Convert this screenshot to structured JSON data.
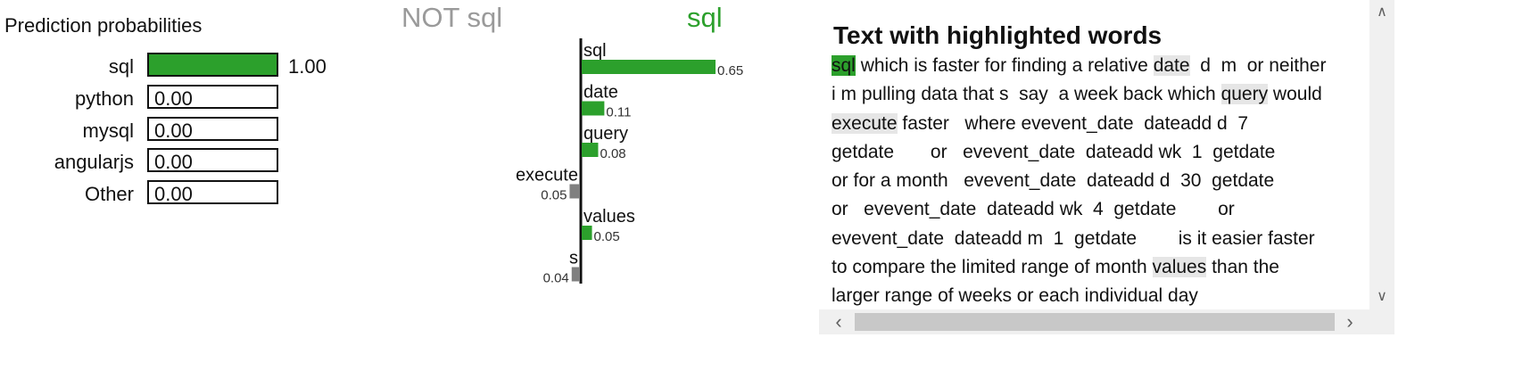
{
  "colors": {
    "positive": "#2ca02c",
    "negative": "#808080",
    "negative_class_label": "#9a9a9a",
    "highlight_negative": "#e6e6e6"
  },
  "chart_data": [
    {
      "type": "bar",
      "title": "Prediction probabilities",
      "categories": [
        "sql",
        "python",
        "mysql",
        "angularjs",
        "Other"
      ],
      "values": [
        1.0,
        0.0,
        0.0,
        0.0,
        0.0
      ],
      "labels": [
        "1.00",
        "0.00",
        "0.00",
        "0.00",
        "0.00"
      ],
      "xlim": [
        0,
        1
      ]
    },
    {
      "type": "bar",
      "orientation": "horizontal-diverging",
      "class_labels": {
        "negative": "NOT sql",
        "positive": "sql"
      },
      "categories": [
        "sql",
        "date",
        "query",
        "execute",
        "values",
        "s"
      ],
      "values": [
        0.65,
        0.11,
        0.08,
        -0.05,
        0.05,
        -0.04
      ],
      "labels": [
        "0.65",
        "0.11",
        "0.08",
        "0.05",
        "0.05",
        "0.04"
      ]
    }
  ],
  "text_panel": {
    "title": "Text with highlighted words",
    "segments": [
      {
        "t": "sql",
        "hl": "pos"
      },
      {
        "t": " which is faster for finding a relative "
      },
      {
        "t": "date",
        "hl": "neg"
      },
      {
        "t": "  d  m  or neither\ni m pulling data that s  say  a week back which "
      },
      {
        "t": "query",
        "hl": "neg"
      },
      {
        "t": " would\n"
      },
      {
        "t": "execute",
        "hl": "neg"
      },
      {
        "t": " faster   where evevent_date  dateadd d  7\ngetdate       or   evevent_date  dateadd wk  1  getdate\nor for a month   evevent_date  dateadd d  30  getdate\nor   evevent_date  dateadd wk  4  getdate        or\nevevent_date  dateadd m  1  getdate        is it easier faster\nto compare the limited range of month "
      },
      {
        "t": "values",
        "hl": "neg"
      },
      {
        "t": " than the\nlarger range of weeks or each individual day"
      }
    ]
  }
}
